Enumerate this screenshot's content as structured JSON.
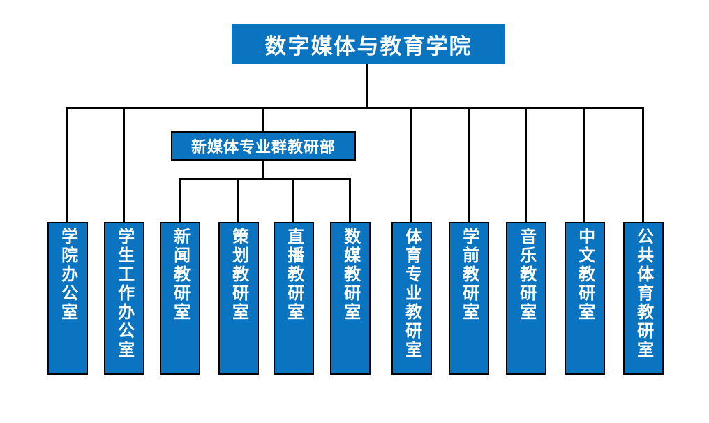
{
  "diagram": {
    "type": "org-chart",
    "root": {
      "label": "数字媒体与教育学院"
    },
    "group_head": {
      "label": "新媒体专业群教研部",
      "parent": "数字媒体与教育学院"
    },
    "departments": [
      {
        "label": "学院办公室",
        "parent": "数字媒体与教育学院"
      },
      {
        "label": "学生工作办公室",
        "parent": "数字媒体与教育学院"
      },
      {
        "label": "新闻教研室",
        "parent": "新媒体专业群教研部"
      },
      {
        "label": "策划教研室",
        "parent": "新媒体专业群教研部"
      },
      {
        "label": "直播教研室",
        "parent": "新媒体专业群教研部"
      },
      {
        "label": "数媒教研室",
        "parent": "新媒体专业群教研部"
      },
      {
        "label": "体育专业教研室",
        "parent": "数字媒体与教育学院"
      },
      {
        "label": "学前教研室",
        "parent": "数字媒体与教育学院"
      },
      {
        "label": "音乐教研室",
        "parent": "数字媒体与教育学院"
      },
      {
        "label": "中文教研室",
        "parent": "数字媒体与教育学院"
      },
      {
        "label": "公共体育教研室",
        "parent": "数字媒体与教育学院"
      }
    ],
    "colors": {
      "box_fill": "#0b74c0",
      "line": "#000000",
      "text": "#ffffff",
      "background": "#ffffff"
    }
  }
}
